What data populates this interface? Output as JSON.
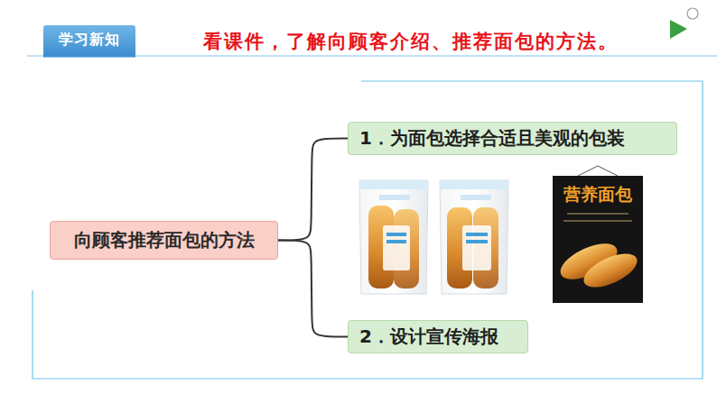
{
  "diagram": {
    "title": "看课件，了解向顾客介绍、推荐面包的方法。",
    "nodes": [
      {
        "text": [
          "学习新知"
        ]
      },
      {
        "text": [
          "向顾客推荐面包的方法"
        ]
      },
      {
        "text": [
          "1．为面包选择合适且美观的包装"
        ]
      },
      {
        "text": [
          "2．设计宣传海报"
        ]
      }
    ],
    "edges": [
      {
        "from": 1,
        "to": 2,
        "arrow": "none"
      },
      {
        "from": 1,
        "to": 3,
        "arrow": "none"
      }
    ],
    "labels": [
      "营养面包"
    ]
  }
}
